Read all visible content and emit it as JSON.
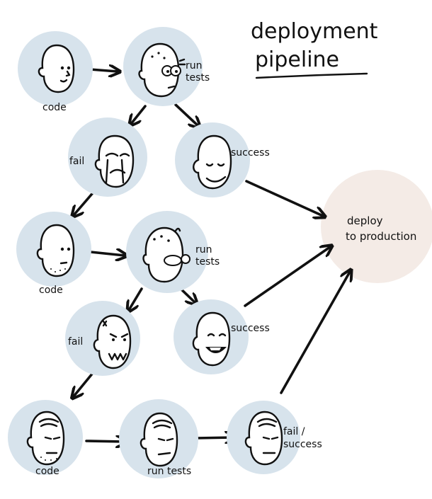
{
  "title": {
    "line1": "deployment",
    "line2": "pipeline"
  },
  "colors": {
    "bubble": "#d7e3ec",
    "target": "#f4ebe6",
    "ink": "#111111"
  },
  "round1": {
    "code_label": "code",
    "run_label": [
      "run",
      "tests"
    ],
    "fail_label": "fail",
    "success_label": "success"
  },
  "round2": {
    "code_label": "code",
    "run_label": [
      "run",
      "tests"
    ],
    "fail_label": "fail",
    "success_label": "success"
  },
  "round3": {
    "code_label": "code",
    "run_label": "run tests",
    "outcome_label": [
      "fail /",
      "success"
    ]
  },
  "target": {
    "label": [
      "deploy",
      "to production"
    ]
  }
}
